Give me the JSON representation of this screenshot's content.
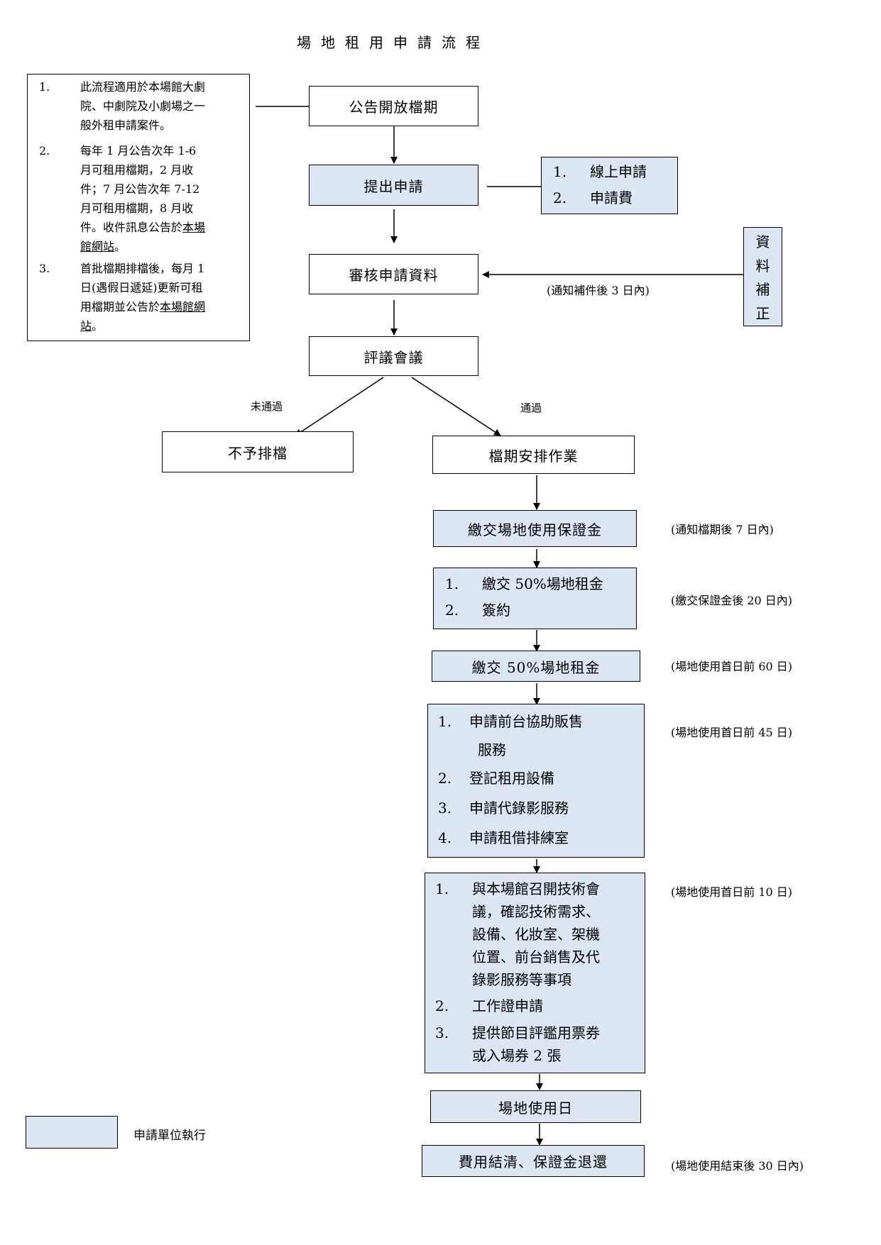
{
  "title": "場地租用申請流程",
  "note_box": {
    "items": [
      {
        "num": "1.",
        "lines": [
          "此流程適用於本場館大劇",
          "院、中劇院及小劇場之一",
          "般外租申請案件。"
        ]
      },
      {
        "num": "2.",
        "lines": [
          "每年 1 月公告次年 1-6",
          "月可租用檔期，2 月收",
          "件；7 月公告次年 7-12",
          "月可租用檔期，8 月收",
          "件。收件訊息公告於",
          "館網站"
        ],
        "link_tail": "本場",
        "link_head": "館網站",
        "suffix": "。"
      },
      {
        "num": "3.",
        "lines": [
          "首批檔期排檔後，每月 1",
          "日(遇假日遞延)更新可租",
          "用檔期並公告於",
          "站"
        ],
        "link_tail": "本場館網",
        "link_head": "站",
        "suffix": "。"
      }
    ]
  },
  "steps": {
    "announce": "公告開放檔期",
    "apply": "提出申請",
    "apply_items": [
      {
        "num": "1.",
        "text": "線上申請"
      },
      {
        "num": "2.",
        "text": "申請費"
      }
    ],
    "review": "審核申請資料",
    "supplement": [
      "資",
      "料",
      "補",
      "正"
    ],
    "supplement_note": "(通知補件後 3 日內)",
    "meeting": "評議會議",
    "fail_label": "未通過",
    "pass_label": "通過",
    "reject": "不予排檔",
    "schedule": "檔期安排作業",
    "deposit": "繳交場地使用保證金",
    "deposit_note": "(通知檔期後 7 日內)",
    "contract_items": [
      {
        "num": "1.",
        "text": "繳交 50%場地租金"
      },
      {
        "num": "2.",
        "text": "簽約"
      }
    ],
    "contract_note": "(繳交保證金後 20 日內)",
    "rent": "繳交 50%場地租金",
    "rent_note": "(場地使用首日前 60 日)",
    "services_items": [
      {
        "num": "1.",
        "lines": [
          "申請前台協助販售",
          "服務"
        ]
      },
      {
        "num": "2.",
        "lines": [
          "登記租用設備"
        ]
      },
      {
        "num": "3.",
        "lines": [
          "申請代錄影服務"
        ]
      },
      {
        "num": "4.",
        "lines": [
          "申請租借排練室"
        ]
      }
    ],
    "services_note": "(場地使用首日前 45 日)",
    "tech_items": [
      {
        "num": "1.",
        "lines": [
          "與本場館召開技術會",
          "議，確認技術需求、",
          "設備、化妝室、架機",
          "位置、前台銷售及代",
          "錄影服務等事項"
        ]
      },
      {
        "num": "2.",
        "lines": [
          "工作證申請"
        ]
      },
      {
        "num": "3.",
        "lines": [
          "提供節目評鑑用票券",
          "或入場券 2 張"
        ]
      }
    ],
    "tech_note": "(場地使用首日前 10 日)",
    "use_day": "場地使用日",
    "settle": "費用結清、保證金退還",
    "settle_note": "(場地使用結束後 30 日內)"
  },
  "legend": {
    "label": "申請單位執行",
    "color": "#dce6f2"
  }
}
